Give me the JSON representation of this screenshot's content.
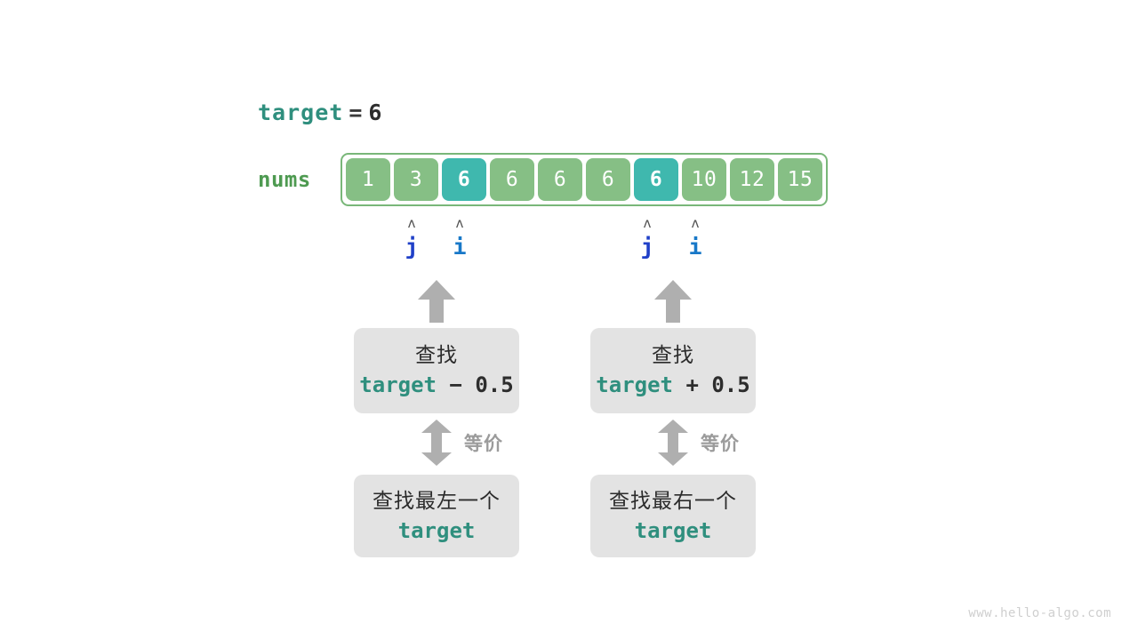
{
  "target_line": {
    "keyword": "target",
    "operator": "=",
    "value": "6"
  },
  "array": {
    "label": "nums",
    "cells": [
      {
        "value": "1",
        "highlighted": false
      },
      {
        "value": "3",
        "highlighted": false
      },
      {
        "value": "6",
        "highlighted": true
      },
      {
        "value": "6",
        "highlighted": false
      },
      {
        "value": "6",
        "highlighted": false
      },
      {
        "value": "6",
        "highlighted": false
      },
      {
        "value": "6",
        "highlighted": true
      },
      {
        "value": "10",
        "highlighted": false
      },
      {
        "value": "12",
        "highlighted": false
      },
      {
        "value": "15",
        "highlighted": false
      }
    ]
  },
  "pointers": {
    "caret": "ʌ",
    "left": {
      "j": "j",
      "i": "i"
    },
    "right": {
      "j": "j",
      "i": "i"
    }
  },
  "boxes": {
    "left_top": {
      "line1": "查找",
      "keyword": "target",
      "operator": "− 0.5"
    },
    "right_top": {
      "line1": "查找",
      "keyword": "target",
      "operator": "+ 0.5"
    },
    "left_bottom": {
      "line1": "查找最左一个",
      "keyword": "target"
    },
    "right_bottom": {
      "line1": "查找最右一个",
      "keyword": "target"
    }
  },
  "equivalence": {
    "left_label": "等价",
    "right_label": "等价"
  },
  "watermark": "www.hello-algo.com",
  "colors": {
    "cell_normal": "#86BF85",
    "cell_highlight": "#3FB8AE",
    "array_border": "#79B779",
    "keyword_teal": "#2F8F7E",
    "nums_green": "#4E9A51",
    "pointer_j_blue": "#2040C8",
    "pointer_i_blue": "#1878C8",
    "box_gray": "#E3E3E3",
    "arrow_gray": "#AFAFAF"
  }
}
